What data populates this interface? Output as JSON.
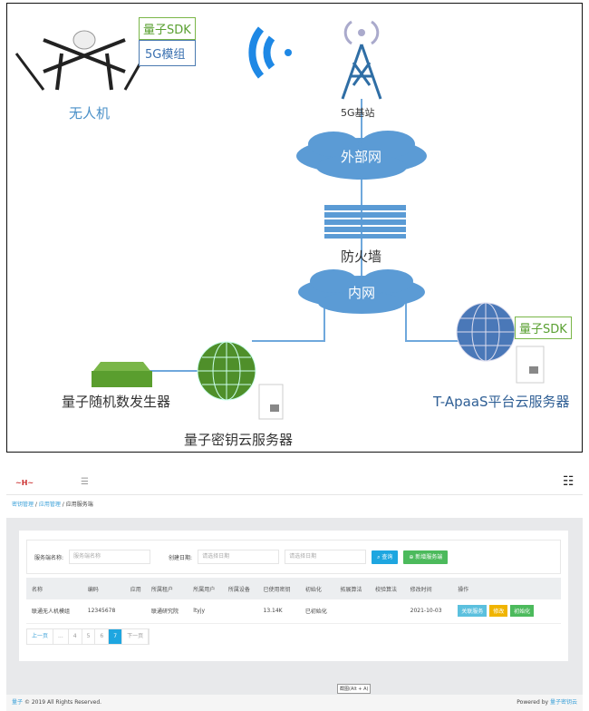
{
  "diagram": {
    "drone_label": "无人机",
    "sdk_label": "量子SDK",
    "module_label": "5G模组",
    "base_station_label": "5G基站",
    "external_net_label": "外部网",
    "firewall_label": "防火墙",
    "internal_net_label": "内网",
    "rng_label": "量子随机数发生器",
    "key_cloud_label": "量子密钥云服务器",
    "platform_label": "T-ApaaS平台云服务器",
    "platform_sdk_label": "量子SDK",
    "colors": {
      "blue": "#5b9bd5",
      "green": "#5a9e2e",
      "line": "#6fa8dc"
    }
  },
  "app": {
    "breadcrumb": [
      "密钥管理",
      "应用管理",
      "应用服务端"
    ],
    "filter": {
      "name_label": "服务端名称:",
      "name_placeholder": "服务端名称",
      "date_label": "创建日期:",
      "date_start_placeholder": "请选择日期",
      "date_end_placeholder": "请选择日期",
      "search_button": "查询",
      "add_button": "新增服务端"
    },
    "table": {
      "headers": [
        "名称",
        "编码",
        "应用",
        "所属租户",
        "所属用户",
        "所属设备",
        "已使用密钥",
        "初始化",
        "拓展算法",
        "校验算法",
        "修改时间",
        "操作"
      ],
      "rows": [
        {
          "cells": [
            "联通无人机模组",
            "12345678",
            "",
            "联通研究院",
            "ltyjy",
            "",
            "13.14K",
            "已初始化",
            "",
            "",
            "2021-10-03"
          ],
          "actions": [
            "关联服务",
            "修改",
            "初始化"
          ]
        }
      ]
    },
    "pager": {
      "prev": "上一页",
      "ellipsis": "...",
      "pages": [
        "4",
        "5",
        "6",
        "7"
      ],
      "current": "7",
      "next": "下一页"
    },
    "tooltip": "截图(Alt + A)",
    "footer": {
      "brand": "量子",
      "copyright": "© 2019 All Rights Reserved.",
      "powered": "Powered by",
      "powered_link": "量子密钥云"
    }
  }
}
